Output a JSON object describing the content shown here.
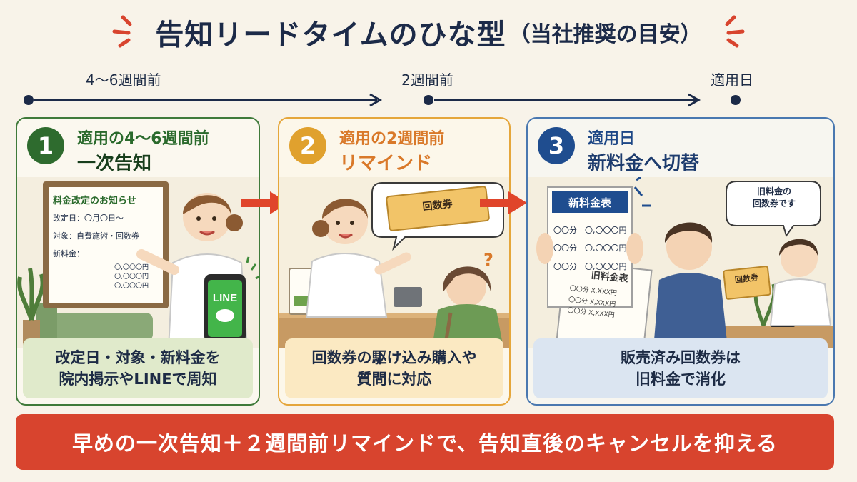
{
  "title": {
    "main": "告知リードタイムのひな型",
    "sub": "（当社推奨の目安）"
  },
  "timeline": {
    "labels": [
      "4～6週間前",
      "2週間前",
      "適用日"
    ]
  },
  "steps": [
    {
      "number": "1",
      "heading_line1": "適用の4～6週間前",
      "heading_line2": "一次告知",
      "poster": {
        "title": "料金改定のお知らせ",
        "line1": "改定日：〇月〇日～",
        "line2": "対象：自費施術・回数券",
        "line3": "新料金：",
        "prices": [
          "〇,〇〇〇円",
          "〇,〇〇〇円",
          "〇,〇〇〇円"
        ]
      },
      "phone_text": "LINE",
      "footer_line1": "改定日・対象・新料金を",
      "footer_line2": "院内掲示やLINEで周知"
    },
    {
      "number": "2",
      "heading_line1": "適用の2週間前",
      "heading_line2": "リマインド",
      "bubble_text": "回数券",
      "footer_line1": "回数券の駆け込み購入や",
      "footer_line2": "質問に対応"
    },
    {
      "number": "3",
      "heading_line1": "適用日",
      "heading_line2": "新料金へ切替",
      "new_table": {
        "title": "新料金表",
        "rows": [
          {
            "min": "〇〇分",
            "price": "〇,〇〇〇円"
          },
          {
            "min": "〇〇分",
            "price": "〇,〇〇〇円"
          },
          {
            "min": "〇〇分",
            "price": "〇,〇〇〇円"
          }
        ]
      },
      "old_table": {
        "title": "旧料金表",
        "rows": [
          {
            "min": "〇〇分",
            "price": "X,XXX円"
          },
          {
            "min": "〇〇分",
            "price": "X,XXX円"
          },
          {
            "min": "〇〇分",
            "price": "X,XXX円"
          }
        ]
      },
      "speech_line1": "旧料金の",
      "speech_line2": "回数券です",
      "ticket_text": "回数券",
      "footer_line1": "販売済み回数券は",
      "footer_line2": "旧料金で消化"
    }
  ],
  "banner": "早めの一次告知＋２週間前リマインドで、告知直後のキャンセルを抑える",
  "colors": {
    "step1": "#2e6b2e",
    "step2": "#e0a12e",
    "step3": "#1f4d8f",
    "banner": "#d8442e",
    "navy": "#1c2a48"
  }
}
